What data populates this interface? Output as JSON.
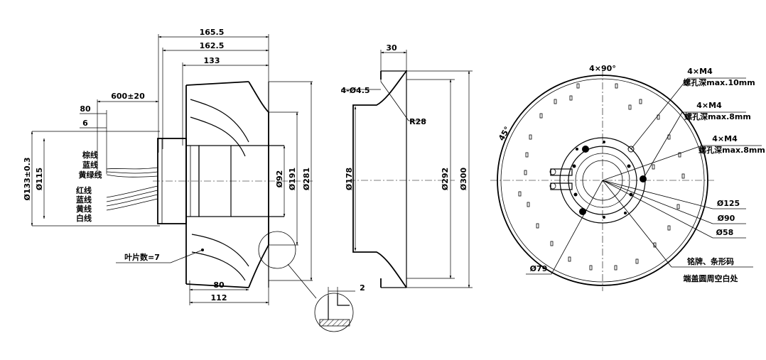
{
  "side_view": {
    "dims_top": [
      "165.5",
      "162.5",
      "133"
    ],
    "cable_length": "600±20",
    "dim_80_top": "80",
    "dim_6": "6",
    "wires_group1": [
      "棕线",
      "蓝线",
      "黄绿线"
    ],
    "wires_group2": [
      "红线",
      "蓝线",
      "黄线",
      "白线"
    ],
    "dia_133": "Ø133±0.3",
    "dia_115": "Ø115",
    "dia_92": "Ø92",
    "dia_191": "Ø191",
    "dia_281": "Ø281",
    "blade_count": "叶片数=7",
    "dim_80_bottom": "80",
    "dim_112": "112"
  },
  "inlet_ring": {
    "dim_30": "30",
    "holes": "4-Ø4.5",
    "radius": "R28",
    "dia_178": "Ø178",
    "dia_292": "Ø292",
    "dia_300": "Ø300",
    "detail_gap": "2"
  },
  "front_view": {
    "angle_4x90": "4×90°",
    "angle_45": "45°",
    "m4_1": "4×M4",
    "m4_1_depth": "螺孔深max.10mm",
    "m4_2": "4×M4",
    "m4_2_depth": "螺孔深max.8mm",
    "m4_3": "4×M4",
    "m4_3_depth": "螺孔深max.8mm",
    "dia_125": "Ø125",
    "dia_90": "Ø90",
    "dia_58": "Ø58",
    "dia_79": "Ø79",
    "note_1": "铭牌、条形码",
    "note_2": "端盖圆周空白处"
  }
}
